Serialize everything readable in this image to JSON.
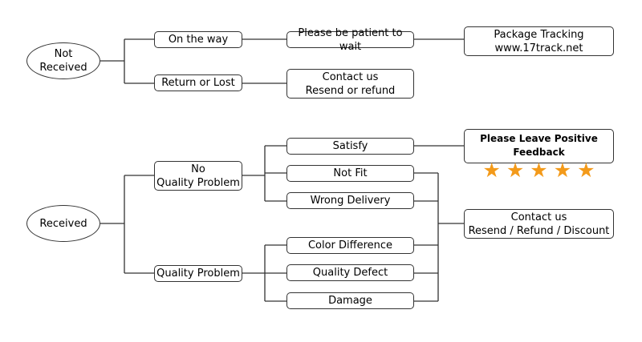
{
  "not_received": {
    "root_label_1": "Not",
    "root_label_2": "Received",
    "on_the_way": "On the way",
    "patient": "Please be patient to wait",
    "tracking_line_1": "Package Tracking",
    "tracking_line_2": "www.17track.net",
    "return_lost": "Return or Lost",
    "contact_line_1": "Contact us",
    "contact_line_2": "Resend or refund"
  },
  "received": {
    "root_label": "Received",
    "no_quality_1": "No",
    "no_quality_2": "Quality Problem",
    "quality_problem": "Quality Problem",
    "satisfy": "Satisfy",
    "not_fit": "Not Fit",
    "wrong_delivery": "Wrong Delivery",
    "color_difference": "Color Difference",
    "quality_defect": "Quality Defect",
    "damage": "Damage",
    "feedback_text": "Please Leave Positive Feedback",
    "stars": [
      "★",
      "★",
      "★",
      "★",
      "★"
    ],
    "contact_line_1": "Contact us",
    "contact_line_2": "Resend / Refund / Discount"
  },
  "colors": {
    "star": "#f39a1a",
    "line": "#333333"
  }
}
